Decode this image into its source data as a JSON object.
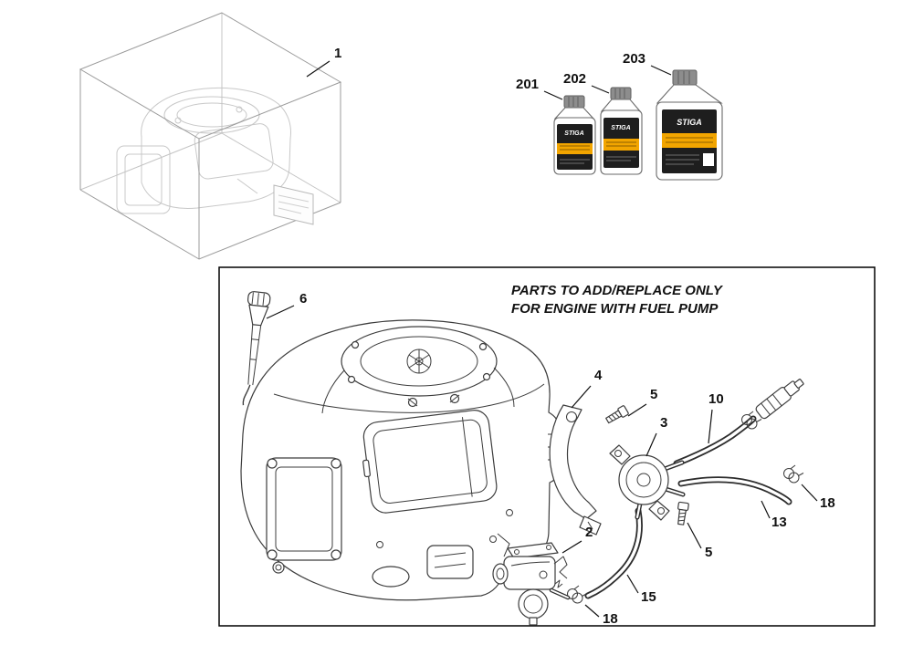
{
  "diagram": {
    "note_line1": "PARTS TO ADD/REPLACE ONLY",
    "note_line2": "FOR ENGINE WITH FUEL PUMP"
  },
  "callouts": {
    "boxed_engine": "1",
    "bottle_small": "201",
    "bottle_medium": "202",
    "bottle_large": "203",
    "carburetor": "2",
    "fuel_pump": "3",
    "bracket": "4",
    "screw_upper": "5",
    "screw_lower": "5",
    "dipstick": "6",
    "hose_upper": "10",
    "hose_right": "13",
    "hose_lower": "15",
    "clamp_right": "18",
    "clamp_lower": "18"
  },
  "bottles": {
    "brand": "STIGA",
    "band_color": "#f2a500",
    "label_color": "#1e1e1e"
  }
}
